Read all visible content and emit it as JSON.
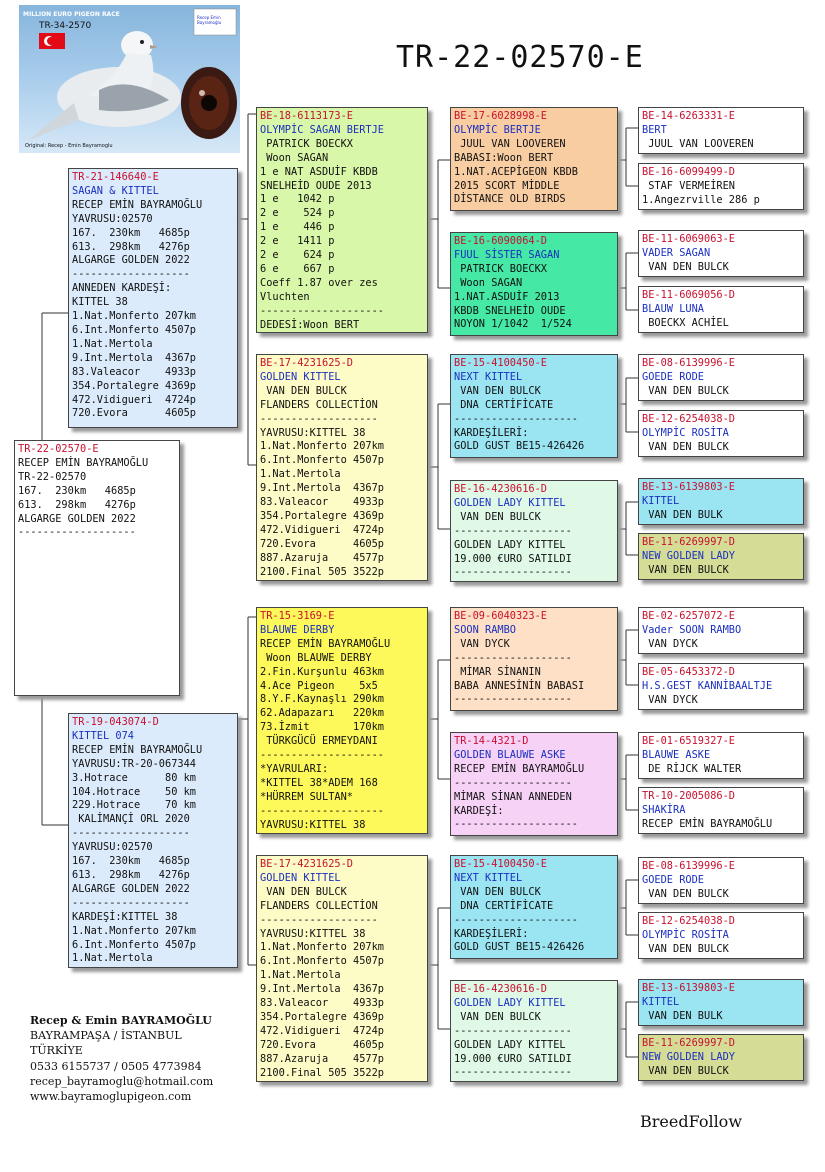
{
  "title": "TR-22-02570-E",
  "photo": {
    "banner": "MILLION EURO PIGEON RACE",
    "ring": "TR-34-2570",
    "caption": "Original: Recep - Emin Bayramoglu",
    "logo_text": "Recep Emin Bayramoğlu"
  },
  "boxes": [
    {
      "id": "main",
      "lines": [
        {
          "t": "TR-22-02570-E",
          "c": "ring"
        },
        {
          "t": "RECEP EMİN BAYRAMOĞLU"
        },
        {
          "t": "TR-22-02570"
        },
        {
          "t": "167.  230km   4685p"
        },
        {
          "t": "613.  298km   4276p"
        },
        {
          "t": "ALGARGE GOLDEN 2022"
        },
        {
          "t": "-------------------"
        }
      ]
    },
    {
      "id": "sire",
      "lines": [
        {
          "t": "TR-21-146640-E",
          "c": "ring"
        },
        {
          "t": "SAGAN & KITTEL",
          "c": "name"
        },
        {
          "t": "RECEP EMİN BAYRAMOĞLU"
        },
        {
          "t": "YAVRUSU:02570"
        },
        {
          "t": "167.  230km   4685p"
        },
        {
          "t": "613.  298km   4276p"
        },
        {
          "t": "ALGARGE GOLDEN 2022"
        },
        {
          "t": "-------------------"
        },
        {
          "t": "ANNEDEN KARDEŞİ:"
        },
        {
          "t": "KITTEL 38"
        },
        {
          "t": "1.Nat.Monferto 207km"
        },
        {
          "t": "6.Int.Monferto 4507p"
        },
        {
          "t": "1.Nat.Mertola"
        },
        {
          "t": "9.Int.Mertola  4367p"
        },
        {
          "t": "83.Valeacor    4933p"
        },
        {
          "t": "354.Portalegre 4369p"
        },
        {
          "t": "472.Vidigueri  4724p"
        },
        {
          "t": "720.Evora      4605p"
        }
      ]
    },
    {
      "id": "dam",
      "lines": [
        {
          "t": "TR-19-043074-D",
          "c": "ring"
        },
        {
          "t": "KITTEL 074",
          "c": "name"
        },
        {
          "t": "RECEP EMİN BAYRAMOĞLU"
        },
        {
          "t": "YAVRUSU:TR-20-067344"
        },
        {
          "t": "3.Hotrace      80 km"
        },
        {
          "t": "104.Hotrace    50 km"
        },
        {
          "t": "229.Hotrace    70 km"
        },
        {
          "t": " KALİMANÇİ ORL 2020"
        },
        {
          "t": "-------------------"
        },
        {
          "t": "YAVRUSU:02570"
        },
        {
          "t": "167.  230km   4685p"
        },
        {
          "t": "613.  298km   4276p"
        },
        {
          "t": "ALGARGE GOLDEN 2022"
        },
        {
          "t": "-------------------"
        },
        {
          "t": "KARDEŞİ:KITTEL 38"
        },
        {
          "t": "1.Nat.Monferto 207km"
        },
        {
          "t": "6.Int.Monferto 4507p"
        },
        {
          "t": "1.Nat.Mertola"
        }
      ]
    },
    {
      "id": "g1",
      "lines": [
        {
          "t": "BE-18-6113173-E",
          "c": "ring"
        },
        {
          "t": "OLYMPİC SAGAN BERTJE",
          "c": "name"
        },
        {
          "t": " PATRICK BOECKX"
        },
        {
          "t": " Woon SAGAN"
        },
        {
          "t": "1 e NAT ASDUİF KBDB"
        },
        {
          "t": "SNELHEİD OUDE 2013"
        },
        {
          "t": "1 e   1042 p"
        },
        {
          "t": "2 e    524 p"
        },
        {
          "t": "1 e    446 p"
        },
        {
          "t": "2 e   1411 p"
        },
        {
          "t": "2 e    624 p"
        },
        {
          "t": "6 e    667 p"
        },
        {
          "t": "Coeff 1.87 over zes"
        },
        {
          "t": "Vluchten"
        },
        {
          "t": "--------------------"
        },
        {
          "t": "DEDESİ:Woon BERT"
        }
      ]
    },
    {
      "id": "g2",
      "lines": [
        {
          "t": "BE-17-4231625-D",
          "c": "ring"
        },
        {
          "t": "GOLDEN KITTEL",
          "c": "name"
        },
        {
          "t": " VAN DEN BULCK"
        },
        {
          "t": "FLANDERS COLLECTİON"
        },
        {
          "t": "-------------------"
        },
        {
          "t": "YAVRUSU:KITTEL 38"
        },
        {
          "t": "1.Nat.Monferto 207km"
        },
        {
          "t": "6.Int.Monferto 4507p"
        },
        {
          "t": "1.Nat.Mertola"
        },
        {
          "t": "9.Int.Mertola  4367p"
        },
        {
          "t": "83.Valeacor    4933p"
        },
        {
          "t": "354.Portalegre 4369p"
        },
        {
          "t": "472.Vidigueri  4724p"
        },
        {
          "t": "720.Evora      4605p"
        },
        {
          "t": "887.Azaruja    4577p"
        },
        {
          "t": "2100.Final 505 3522p"
        }
      ]
    },
    {
      "id": "g3",
      "lines": [
        {
          "t": "TR-15-3169-E",
          "c": "ring"
        },
        {
          "t": "BLAUWE DERBY",
          "c": "name"
        },
        {
          "t": "RECEP EMİN BAYRAMOĞLU"
        },
        {
          "t": " Woon BLAUWE DERBY"
        },
        {
          "t": "2.Fin.Kurşunlu 463km"
        },
        {
          "t": "4.Ace Pigeon    5x5"
        },
        {
          "t": "8.Y.F.Kaynaşlı 290km"
        },
        {
          "t": "62.Adapazarı   220km"
        },
        {
          "t": "73.İzmit       170km"
        },
        {
          "t": " TÜRKGÜCÜ ERMEYDANI"
        },
        {
          "t": "--------------------"
        },
        {
          "t": "*YAVRULARI:"
        },
        {
          "t": "*KITTEL 38*ADEM 168"
        },
        {
          "t": "*HÜRREM SULTAN*"
        },
        {
          "t": "--------------------"
        },
        {
          "t": "YAVRUSU:KITTEL 38"
        }
      ]
    },
    {
      "id": "g4",
      "lines": [
        {
          "t": "BE-17-4231625-D",
          "c": "ring"
        },
        {
          "t": "GOLDEN KITTEL",
          "c": "name"
        },
        {
          "t": " VAN DEN BULCK"
        },
        {
          "t": "FLANDERS COLLECTİON"
        },
        {
          "t": "-------------------"
        },
        {
          "t": "YAVRUSU:KITTEL 38"
        },
        {
          "t": "1.Nat.Monferto 207km"
        },
        {
          "t": "6.Int.Monferto 4507p"
        },
        {
          "t": "1.Nat.Mertola"
        },
        {
          "t": "9.Int.Mertola  4367p"
        },
        {
          "t": "83.Valeacor    4933p"
        },
        {
          "t": "354.Portalegre 4369p"
        },
        {
          "t": "472.Vidigueri  4724p"
        },
        {
          "t": "720.Evora      4605p"
        },
        {
          "t": "887.Azaruja    4577p"
        },
        {
          "t": "2100.Final 505 3522p"
        }
      ]
    },
    {
      "id": "gg1",
      "lines": [
        {
          "t": "BE-17-6028998-E",
          "c": "ring"
        },
        {
          "t": "OLYMPİC BERTJE",
          "c": "name"
        },
        {
          "t": " JUUL VAN LOOVEREN"
        },
        {
          "t": "BABASI:Woon BERT"
        },
        {
          "t": "1.NAT.ACEPİGEON KBDB"
        },
        {
          "t": "2015 SCORT MİDDLE"
        },
        {
          "t": "DİSTANCE OLD BIRDS"
        }
      ]
    },
    {
      "id": "gg2",
      "lines": [
        {
          "t": "BE-16-6090064-D",
          "c": "ring"
        },
        {
          "t": "FUUL SİSTER SAGAN",
          "c": "name"
        },
        {
          "t": " PATRICK BOECKX"
        },
        {
          "t": " Woon SAGAN"
        },
        {
          "t": "1.NAT.ASDUİF 2013"
        },
        {
          "t": "KBDB SNELHEİD OUDE"
        },
        {
          "t": "NOYON 1/1042  1/524"
        }
      ]
    },
    {
      "id": "gg3",
      "lines": [
        {
          "t": "BE-15-4100450-E",
          "c": "ring"
        },
        {
          "t": "NEXT KITTEL",
          "c": "name"
        },
        {
          "t": " VAN DEN BULCK"
        },
        {
          "t": " DNA CERTİFİCATE"
        },
        {
          "t": "--------------------"
        },
        {
          "t": "KARDEŞİLERİ:"
        },
        {
          "t": "GOLD GUST BE15-426426"
        }
      ]
    },
    {
      "id": "gg4",
      "lines": [
        {
          "t": "BE-16-4230616-D",
          "c": "ring"
        },
        {
          "t": "GOLDEN LADY KITTEL",
          "c": "name"
        },
        {
          "t": " VAN DEN BULCK"
        },
        {
          "t": "-------------------"
        },
        {
          "t": "GOLDEN LADY KITTEL"
        },
        {
          "t": "19.000 €URO SATILDI"
        },
        {
          "t": "-------------------"
        }
      ]
    },
    {
      "id": "gg5",
      "lines": [
        {
          "t": "BE-09-6040323-E",
          "c": "ring"
        },
        {
          "t": "SOON RAMBO",
          "c": "name"
        },
        {
          "t": " VAN DYCK"
        },
        {
          "t": "-------------------"
        },
        {
          "t": " MİMAR SİNANIN"
        },
        {
          "t": "BABA ANNESİNİN BABASI"
        },
        {
          "t": "-------------------"
        }
      ]
    },
    {
      "id": "gg6",
      "lines": [
        {
          "t": "TR-14-4321-D",
          "c": "ring"
        },
        {
          "t": "GOLDEN BLAUWE ASKE",
          "c": "name"
        },
        {
          "t": "RECEP EMİN BAYRAMOĞLU"
        },
        {
          "t": "-------------------"
        },
        {
          "t": "MİMAR SİNAN ANNEDEN"
        },
        {
          "t": "KARDEŞİ:"
        },
        {
          "t": "--------------------"
        }
      ]
    },
    {
      "id": "gg7",
      "lines": [
        {
          "t": "BE-15-4100450-E",
          "c": "ring"
        },
        {
          "t": "NEXT KITTEL",
          "c": "name"
        },
        {
          "t": " VAN DEN BULCK"
        },
        {
          "t": " DNA CERTİFİCATE"
        },
        {
          "t": "--------------------"
        },
        {
          "t": "KARDEŞİLERİ:"
        },
        {
          "t": "GOLD GUST BE15-426426"
        }
      ]
    },
    {
      "id": "gg8",
      "lines": [
        {
          "t": "BE-16-4230616-D",
          "c": "ring"
        },
        {
          "t": "GOLDEN LADY KITTEL",
          "c": "name"
        },
        {
          "t": " VAN DEN BULCK"
        },
        {
          "t": "-------------------"
        },
        {
          "t": "GOLDEN LADY KITTEL"
        },
        {
          "t": "19.000 €URO SATILDI"
        },
        {
          "t": "-------------------"
        }
      ]
    },
    {
      "id": "ggg1",
      "lines": [
        {
          "t": "BE-14-6263331-E",
          "c": "ring"
        },
        {
          "t": "BERT",
          "c": "name"
        },
        {
          "t": " JUUL VAN LOOVEREN"
        }
      ]
    },
    {
      "id": "ggg2",
      "lines": [
        {
          "t": "BE-16-6099499-D",
          "c": "ring"
        },
        {
          "t": " STAF VERMEİREN"
        },
        {
          "t": "1.Angezrville 286 p"
        }
      ]
    },
    {
      "id": "ggg3",
      "lines": [
        {
          "t": "BE-11-6069063-E",
          "c": "ring"
        },
        {
          "t": "VADER SAGAN",
          "c": "name"
        },
        {
          "t": " VAN DEN BULCK"
        }
      ]
    },
    {
      "id": "ggg4",
      "lines": [
        {
          "t": "BE-11-6069056-D",
          "c": "ring"
        },
        {
          "t": "BLAUW LUNA",
          "c": "name"
        },
        {
          "t": " BOECKX ACHİEL"
        }
      ]
    },
    {
      "id": "ggg5",
      "lines": [
        {
          "t": "BE-08-6139996-E",
          "c": "ring"
        },
        {
          "t": "GOEDE RODE",
          "c": "name"
        },
        {
          "t": " VAN DEN BULCK"
        }
      ]
    },
    {
      "id": "ggg6",
      "lines": [
        {
          "t": "BE-12-6254038-D",
          "c": "ring"
        },
        {
          "t": "OLYMPİC ROSİTA",
          "c": "name"
        },
        {
          "t": " VAN DEN BULCK"
        }
      ]
    },
    {
      "id": "ggg7",
      "lines": [
        {
          "t": "BE-13-6139803-E",
          "c": "ring"
        },
        {
          "t": "KITTEL",
          "c": "name"
        },
        {
          "t": " VAN DEN BULK"
        }
      ]
    },
    {
      "id": "ggg8",
      "lines": [
        {
          "t": "BE-11-6269997-D",
          "c": "ring"
        },
        {
          "t": "NEW GOLDEN LADY",
          "c": "name"
        },
        {
          "t": " VAN DEN BULCK"
        }
      ]
    },
    {
      "id": "ggg9",
      "lines": [
        {
          "t": "BE-02-6257072-E",
          "c": "ring"
        },
        {
          "t": "Vader SOON RAMBO",
          "c": "name"
        },
        {
          "t": " VAN DYCK"
        }
      ]
    },
    {
      "id": "ggg10",
      "lines": [
        {
          "t": "BE-05-6453372-D",
          "c": "ring"
        },
        {
          "t": "H.S.GEST KANNİBAALTJE",
          "c": "name"
        },
        {
          "t": " VAN DYCK"
        }
      ]
    },
    {
      "id": "ggg11",
      "lines": [
        {
          "t": "BE-01-6519327-E",
          "c": "ring"
        },
        {
          "t": "BLAUWE ASKE",
          "c": "name"
        },
        {
          "t": " DE RİJCK WALTER"
        }
      ]
    },
    {
      "id": "ggg12",
      "lines": [
        {
          "t": "TR-10-2005086-D",
          "c": "ring"
        },
        {
          "t": "SHAKİRA",
          "c": "name"
        },
        {
          "t": "RECEP EMİN BAYRAMOĞLU"
        }
      ]
    },
    {
      "id": "ggg13",
      "lines": [
        {
          "t": "BE-08-6139996-E",
          "c": "ring"
        },
        {
          "t": "GOEDE RODE",
          "c": "name"
        },
        {
          "t": " VAN DEN BULCK"
        }
      ]
    },
    {
      "id": "ggg14",
      "lines": [
        {
          "t": "BE-12-6254038-D",
          "c": "ring"
        },
        {
          "t": "OLYMPİC ROSİTA",
          "c": "name"
        },
        {
          "t": " VAN DEN BULCK"
        }
      ]
    },
    {
      "id": "ggg15",
      "lines": [
        {
          "t": "BE-13-6139803-E",
          "c": "ring"
        },
        {
          "t": "KITTEL",
          "c": "name"
        },
        {
          "t": " VAN DEN BULK"
        }
      ]
    },
    {
      "id": "ggg16",
      "lines": [
        {
          "t": "BE-11-6269997-D",
          "c": "ring"
        },
        {
          "t": "NEW GOLDEN LADY",
          "c": "name"
        },
        {
          "t": " VAN DEN BULCK"
        }
      ]
    }
  ],
  "colors": {
    "ring": "#c8102e",
    "name": "#1a2fc0",
    "main": "#ffffff",
    "parents": "#dcebfb",
    "green": "#d9f7a8",
    "cream": "#fdfbc6",
    "yellow": "#fdf95a",
    "orange": "#f9cda2",
    "teal": "#45e8a4",
    "cyan": "#9be5f3",
    "mint": "#dff9e6",
    "peach": "#fde0c6",
    "pink": "#f7d2f7",
    "olive": "#d4dc96"
  },
  "footer": {
    "lines": [
      "Recep & Emin BAYRAMOĞLU",
      "BAYRAMPAŞA / İSTANBUL",
      "TÜRKİYE",
      "0533 6155737 / 0505 4773984",
      "recep_bayramoglu@hotmail.com",
      "www.bayramoglupigeon.com"
    ],
    "brand": "BreedFollow"
  }
}
